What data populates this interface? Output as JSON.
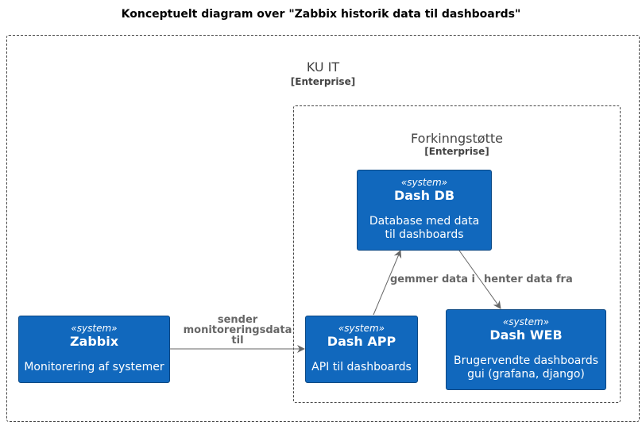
{
  "title": "Konceptuelt diagram over \"Zabbix historik data til dashboards\"",
  "boundaries": {
    "outer": {
      "name": "KU IT",
      "type": "[Enterprise]"
    },
    "inner": {
      "name": "Forkinngstøtte",
      "type": "[Enterprise]"
    }
  },
  "nodes": {
    "zabbix": {
      "stereotype": "«system»",
      "name": "Zabbix",
      "description": "Monitorering af systemer"
    },
    "dash_app": {
      "stereotype": "«system»",
      "name": "Dash APP",
      "description": "API til dashboards"
    },
    "dash_db": {
      "stereotype": "«system»",
      "name": "Dash DB",
      "description": "Database med data til dashboards"
    },
    "dash_web": {
      "stereotype": "«system»",
      "name": "Dash WEB",
      "description": "Brugervendte dashboards gui (grafana, django)"
    }
  },
  "edges": {
    "zabbix_to_app": {
      "line1": "sender",
      "line2": "monitoreringsdata",
      "line3": "til"
    },
    "app_to_db": {
      "label": "gemmer data i"
    },
    "db_to_web": {
      "label": "henter data fra"
    }
  },
  "colors": {
    "node_fill": "#1168BD",
    "node_border": "#0B4884",
    "edge": "#666666",
    "boundary": "#444444"
  }
}
